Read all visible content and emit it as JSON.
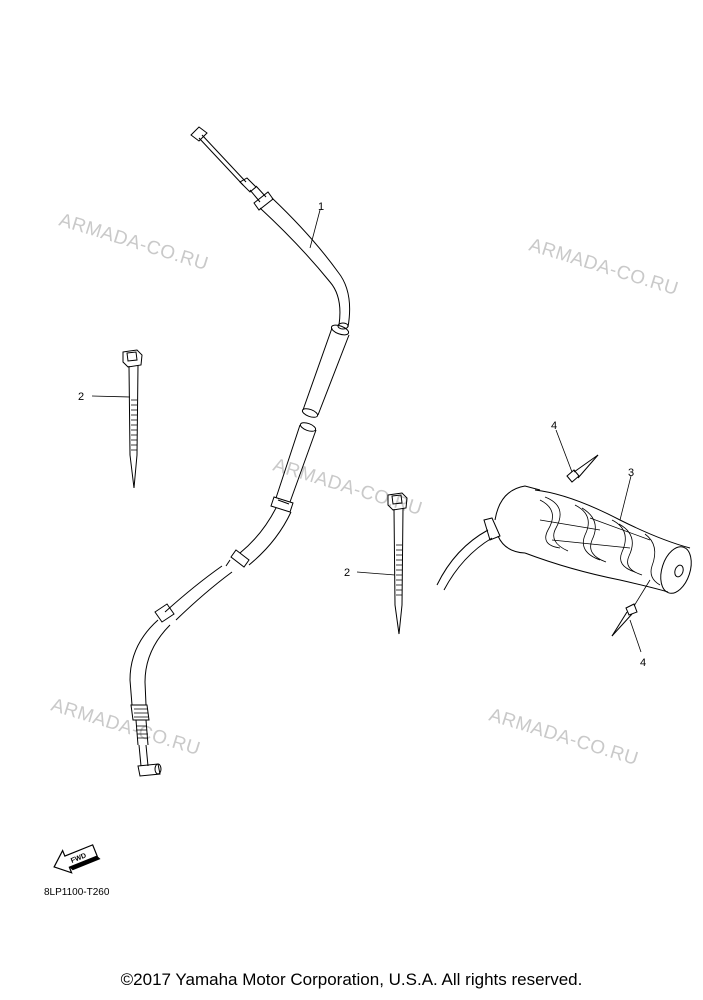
{
  "watermarks": [
    "ARMADA-CO.RU",
    "ARMADA-CO.RU",
    "ARMADA-CO.RU",
    "ARMADA-CO.RU",
    "ARMADA-CO.RU"
  ],
  "callouts": {
    "cable": "1",
    "tie_left": "2",
    "tie_right": "2",
    "grip": "3",
    "pin_top": "4",
    "pin_bottom": "4"
  },
  "fwd_label": "FWD",
  "diagram_code": "8LP1100-T260",
  "copyright": "©2017 Yamaha Motor Corporation, U.S.A. All rights reserved.",
  "icons": [
    "fwd-arrow-icon"
  ]
}
